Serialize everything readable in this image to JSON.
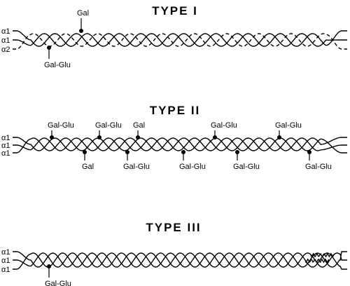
{
  "diagram": {
    "types": [
      {
        "id": "type-1",
        "title": "TYPE I",
        "chains": [
          {
            "label": "α1",
            "style": "solid"
          },
          {
            "label": "α1",
            "style": "solid"
          },
          {
            "label": "α2",
            "style": "dashed"
          }
        ],
        "glycosylations": [
          {
            "label": "Gal",
            "position": "above"
          },
          {
            "label": "Gal-Glu",
            "position": "below"
          }
        ],
        "tail_wavy": false
      },
      {
        "id": "type-2",
        "title": "TYPE II",
        "chains": [
          {
            "label": "α1",
            "style": "solid"
          },
          {
            "label": "α1",
            "style": "solid"
          },
          {
            "label": "α1",
            "style": "solid"
          }
        ],
        "glycosylations": [
          {
            "label": "Gal-Glu",
            "position": "above"
          },
          {
            "label": "Gal-Glu",
            "position": "above"
          },
          {
            "label": "Gal",
            "position": "above"
          },
          {
            "label": "Gal-Glu",
            "position": "above"
          },
          {
            "label": "Gal-Glu",
            "position": "above"
          },
          {
            "label": "Gal",
            "position": "below"
          },
          {
            "label": "Gal-Glu",
            "position": "below"
          },
          {
            "label": "Gal-Glu",
            "position": "below"
          },
          {
            "label": "Gal-Glu",
            "position": "below"
          },
          {
            "label": "Gal-Glu",
            "position": "below"
          }
        ],
        "tail_wavy": false
      },
      {
        "id": "type-3",
        "title": "TYPE III",
        "chains": [
          {
            "label": "α1",
            "style": "solid"
          },
          {
            "label": "α1",
            "style": "solid"
          },
          {
            "label": "α1",
            "style": "solid"
          }
        ],
        "glycosylations": [
          {
            "label": "Gal-Glu",
            "position": "below"
          }
        ],
        "tail_wavy": true
      }
    ]
  }
}
